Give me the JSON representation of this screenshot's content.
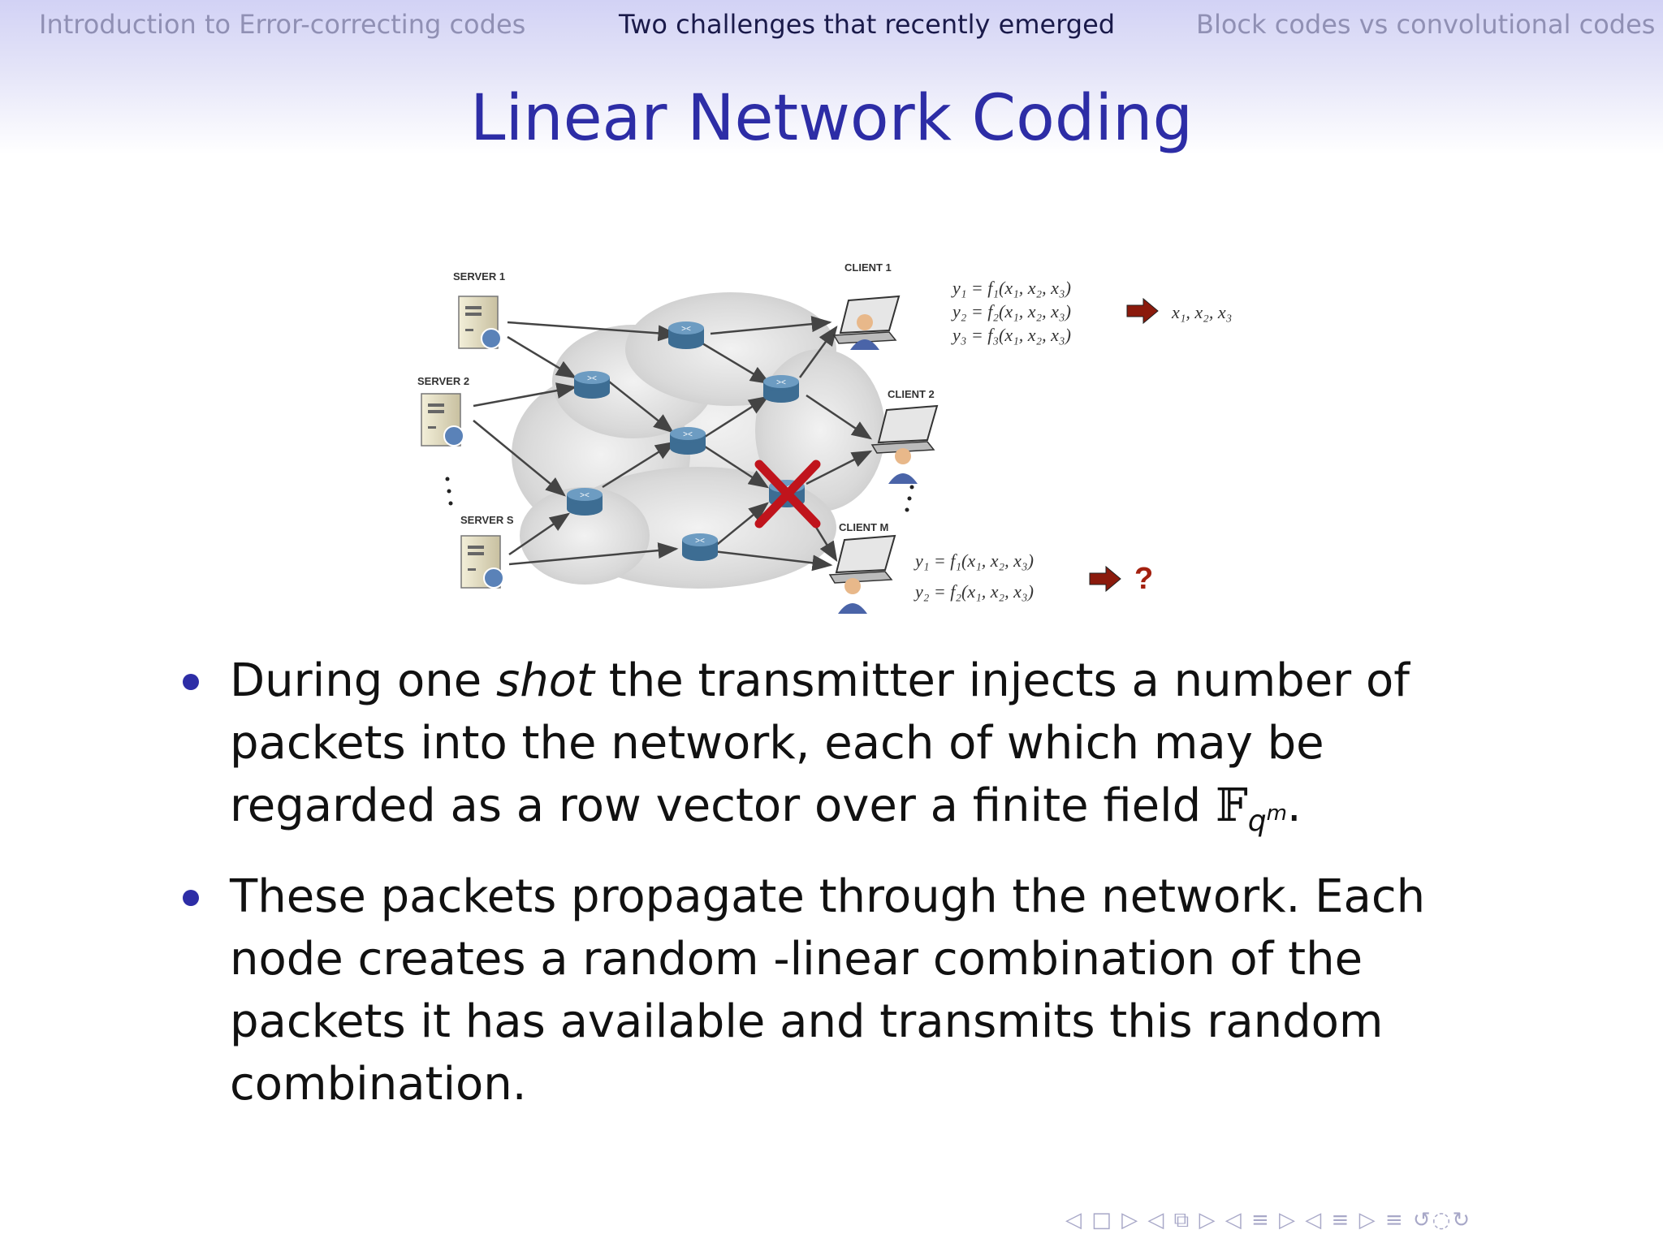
{
  "nav": {
    "left": "Introduction to Error-correcting codes",
    "center": "Two challenges that recently emerged",
    "right": "Block codes vs convolutional codes"
  },
  "slide": {
    "title": "Linear Network Coding"
  },
  "diagram": {
    "servers": [
      "SERVER 1",
      "SERVER 2",
      "SERVER S"
    ],
    "clients": [
      "CLIENT 1",
      "CLIENT 2",
      "CLIENT M"
    ],
    "equations_top": [
      "y₁ = f₁(x₁, x₂, x₃)",
      "y₂ = f₂(x₁, x₂, x₃)",
      "y₃ = f₃(x₁, x₂, x₃)"
    ],
    "result_top": "x₁, x₂, x₃",
    "equations_bottom": [
      "y₁ = f₁(x₁, x₂, x₃)",
      "y₂ = f₂(x₁, x₂, x₃)"
    ],
    "result_bottom": "?",
    "colors": {
      "arrow": "#8b1a0c",
      "cross": "#c0141c",
      "router": "#4c7ca2",
      "question": "#a3200f"
    }
  },
  "bullets": {
    "b1": {
      "pre": "During one ",
      "em": "shot",
      "post": " the transmitter injects a number of packets into the network, each of which may be regarded as a row vector over a finite field ",
      "field": "𝔽",
      "sub": "q",
      "sup": "m",
      "end": "."
    },
    "b2": "These packets propagate through the network. Each node creates a random -linear combination of the packets it has available and transmits this random combination."
  },
  "controls": "◁ □ ▷ ◁ ⧉ ▷ ◁ ≡ ▷ ◁ ≡ ▷ ≡ ↺◌↻"
}
